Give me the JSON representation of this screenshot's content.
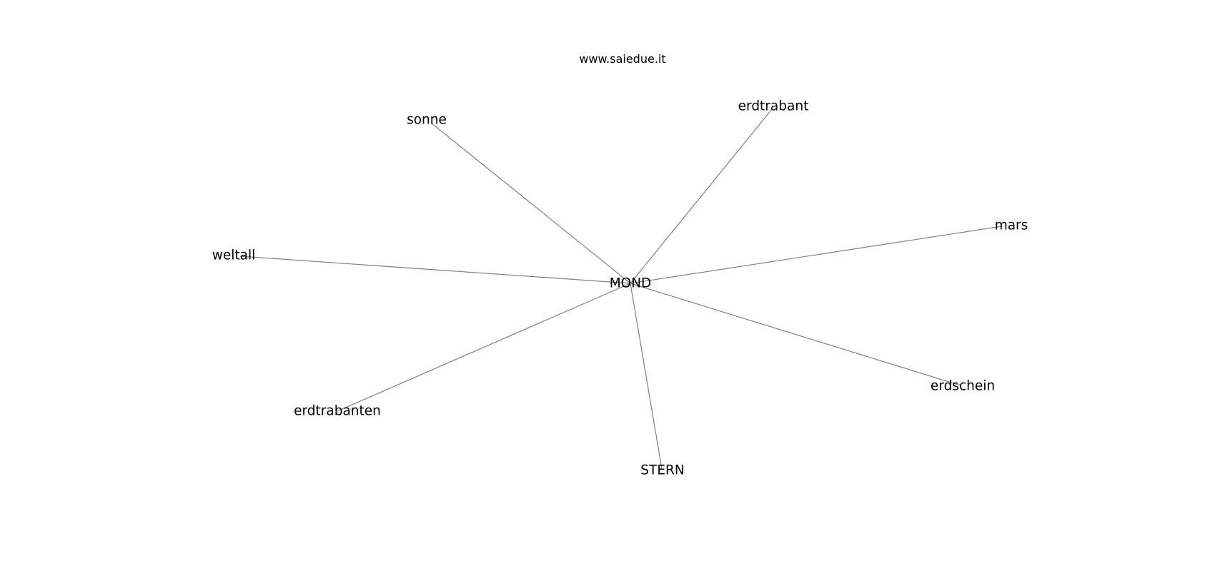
{
  "title": "www.saiedue.it",
  "graph": {
    "center": "MOND",
    "neighbors": [
      "sonne",
      "erdtrabant",
      "mars",
      "weltall",
      "erdschein",
      "erdtrabanten",
      "STERN"
    ]
  }
}
